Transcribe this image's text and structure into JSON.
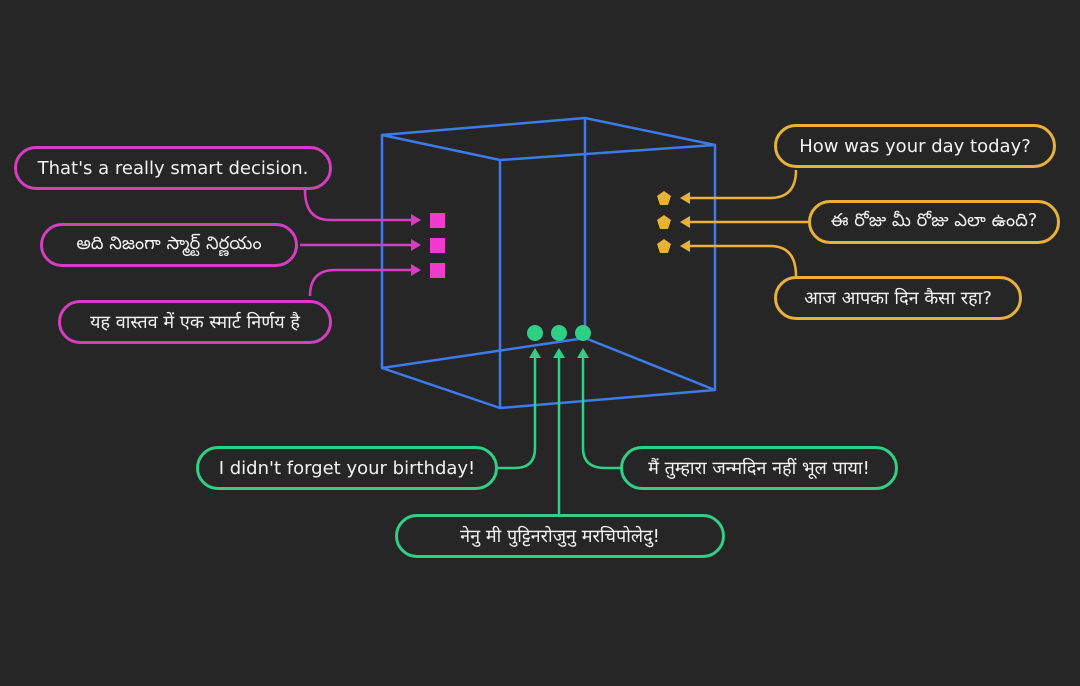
{
  "colors": {
    "background": "#262626",
    "cube": "#3d7bea",
    "pink": "#d63dc0",
    "pink_marker": "#f03ad0",
    "gold": "#e8b23a",
    "green": "#2fcf86",
    "text": "#f2f2f2"
  },
  "icons": {
    "pink_group": "square-marker-icon",
    "gold_group": "pentagon-marker-icon",
    "green_group": "circle-marker-icon"
  },
  "groups": {
    "pink": {
      "sentences": [
        "That's a really smart decision.",
        "అది నిజంగా స్మార్ట్ నిర్ణయం",
        "यह वास्तव में एक स्मार्ट निर्णय है"
      ]
    },
    "gold": {
      "sentences": [
        "How was your day today?",
        "ఈ రోజు మీ రోజు ఎలా ఉంది?",
        "आज आपका दिन कैसा रहा?"
      ]
    },
    "green": {
      "sentences": [
        "I didn't forget your birthday!",
        "नेनु मी पुट्टिनरोजुनु मरचिपोलेदु!",
        "मैं तुम्हारा जन्मदिन नहीं भूल पाया!"
      ]
    }
  }
}
